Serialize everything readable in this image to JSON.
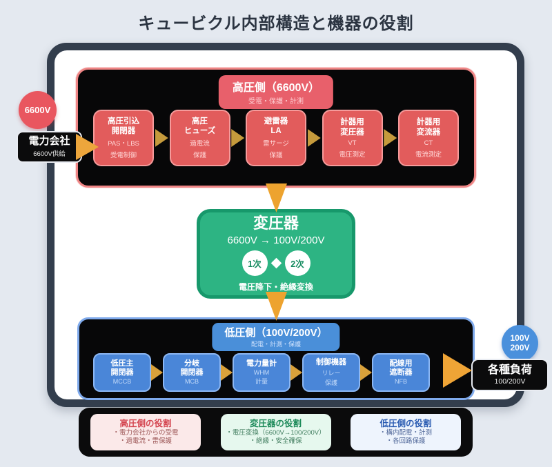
{
  "title": "キュービクル内部構造と機器の役割",
  "colors": {
    "hv_accent": "#e25c5c",
    "transformer_accent": "#2db483",
    "lv_accent": "#4a86d8",
    "arrow_orange": "#eda32f",
    "frame_dark": "#333e4d",
    "background": "#e4e9f0"
  },
  "badge_hv": {
    "label": "6600V"
  },
  "source_box": {
    "title": "電力会社",
    "sub": "6600V供給"
  },
  "hv": {
    "header": "高圧側（6600V）",
    "header_sub": "受電・保護・計測",
    "boxes": [
      {
        "line1": "高圧引込",
        "line2": "開閉器",
        "sub1": "PAS・LBS",
        "sub2": "受電制御"
      },
      {
        "line1": "高圧",
        "line2": "ヒューズ",
        "sub1": "過電流",
        "sub2": "保護"
      },
      {
        "line1": "避雷器",
        "line2": "LA",
        "sub1": "雷サージ",
        "sub2": "保護"
      },
      {
        "line1": "計器用",
        "line2": "変圧器",
        "sub1": "VT",
        "sub2": "電圧測定"
      },
      {
        "line1": "計器用",
        "line2": "変流器",
        "sub1": "CT",
        "sub2": "電流測定"
      }
    ]
  },
  "transformer": {
    "title": "変圧器",
    "conversion": "6600V → 100V/200V",
    "primary_label": "1次",
    "secondary_label": "2次",
    "caption": "電圧降下・絶縁変換"
  },
  "lv": {
    "header": "低圧側（100V/200V）",
    "header_sub": "配電・計測・保護",
    "boxes": [
      {
        "line1": "低圧主",
        "line2": "開閉器",
        "sub1": "MCCB",
        "sub2": ""
      },
      {
        "line1": "分岐",
        "line2": "開閉器",
        "sub1": "MCB",
        "sub2": ""
      },
      {
        "line1": "電力量計",
        "line2": "",
        "sub1": "WHM",
        "sub2": "計量"
      },
      {
        "line1": "制御機器",
        "line2": "",
        "sub1": "リレー",
        "sub2": "保護"
      },
      {
        "line1": "配線用",
        "line2": "遮断器",
        "sub1": "NFB",
        "sub2": ""
      }
    ]
  },
  "badge_lv": {
    "line1": "100V",
    "line2": "200V"
  },
  "load_box": {
    "title": "各種負荷",
    "sub": "100/200V"
  },
  "roles": [
    {
      "title": "高圧側の役割",
      "lines": [
        "・電力会社からの受電",
        "・過電流・雷保護"
      ]
    },
    {
      "title": "変圧器の役割",
      "lines": [
        "・電圧変換（6600V→100/200V）",
        "・絶縁・安全確保"
      ]
    },
    {
      "title": "低圧側の役割",
      "lines": [
        "・構内配電・計測",
        "・各回路保護"
      ]
    }
  ]
}
